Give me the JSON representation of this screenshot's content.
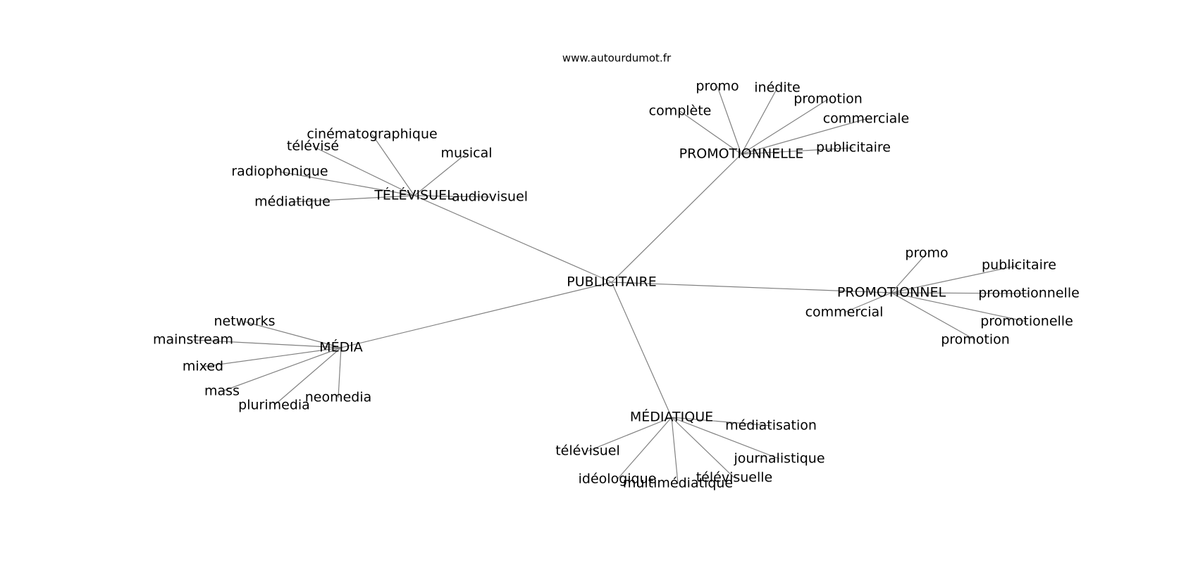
{
  "site": "www.autourdumot.fr",
  "center": {
    "id": "c",
    "label": "PUBLICITAIRE"
  },
  "hubs": [
    {
      "id": "h1",
      "label": "PROMOTIONNELLE",
      "leaves": [
        "complète",
        "promo",
        "inédite",
        "promotion",
        "commerciale",
        "publicitaire"
      ]
    },
    {
      "id": "h2",
      "label": "TÉLÉVISUEL",
      "leaves": [
        "cinématographique",
        "télévisé",
        "musical",
        "radiophonique",
        "médiatique",
        "audiovisuel"
      ]
    },
    {
      "id": "h3",
      "label": "PROMOTIONNEL",
      "leaves": [
        "promo",
        "publicitaire",
        "promotionnelle",
        "commercial",
        "promotionelle",
        "promotion"
      ]
    },
    {
      "id": "h4",
      "label": "MÉDIA",
      "leaves": [
        "networks",
        "mainstream",
        "mixed",
        "mass",
        "plurimedia",
        "neomedia"
      ]
    },
    {
      "id": "h5",
      "label": "MÉDIATIQUE",
      "leaves": [
        "médiatisation",
        "télévisuel",
        "journalistique",
        "idéologique",
        "multimédiatique",
        "télévisuelle"
      ]
    }
  ]
}
